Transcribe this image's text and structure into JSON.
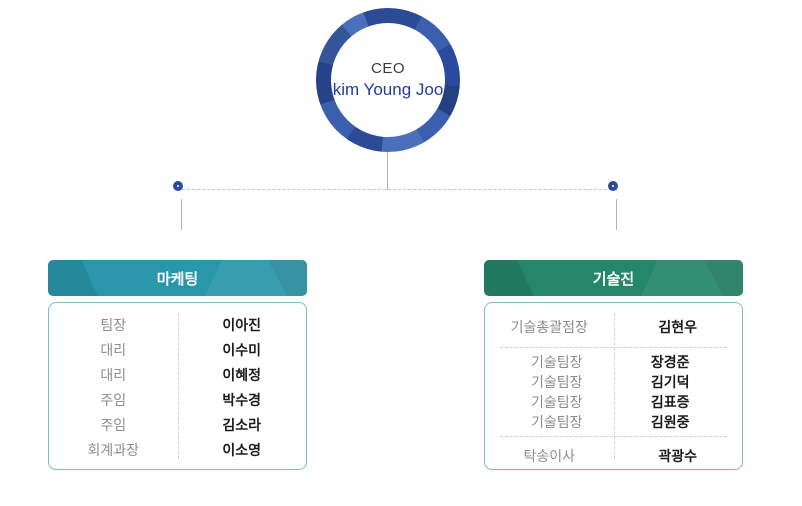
{
  "ceo": {
    "title": "CEO",
    "name": "kim Young Joo"
  },
  "colors": {
    "teal": "#2997a9",
    "green": "#238768",
    "navy": "#2b4a9e",
    "name_blue": "#1e3fa0",
    "border_teal": "#79bcca",
    "border_blue": "#7eb6d6",
    "line_gray": "#b5b5b5",
    "dash_gray": "#c6c6c6",
    "role_gray": "#8d8d8d",
    "text_dark": "#1d1d1d"
  },
  "departments": {
    "marketing": {
      "label": "마케팅",
      "rows": [
        {
          "role": "팀장",
          "name": "이아진"
        },
        {
          "role": "대리",
          "name": "이수미"
        },
        {
          "role": "대리",
          "name": "이혜정"
        },
        {
          "role": "주임",
          "name": "박수경"
        },
        {
          "role": "주임",
          "name": "김소라"
        },
        {
          "role": "회계과장",
          "name": "이소영"
        }
      ]
    },
    "tech": {
      "label": "기술진",
      "groups": [
        [
          {
            "role": "기술총괄점장",
            "name": "김현우"
          }
        ],
        [
          {
            "role": "기술팀장",
            "name": "장경준"
          },
          {
            "role": "기술팀장",
            "name": "김기덕"
          },
          {
            "role": "기술팀장",
            "name": "김표증"
          },
          {
            "role": "기술팀장",
            "name": "김원중"
          }
        ],
        [
          {
            "role": "탁송이사",
            "name": "곽광수"
          }
        ]
      ]
    }
  }
}
